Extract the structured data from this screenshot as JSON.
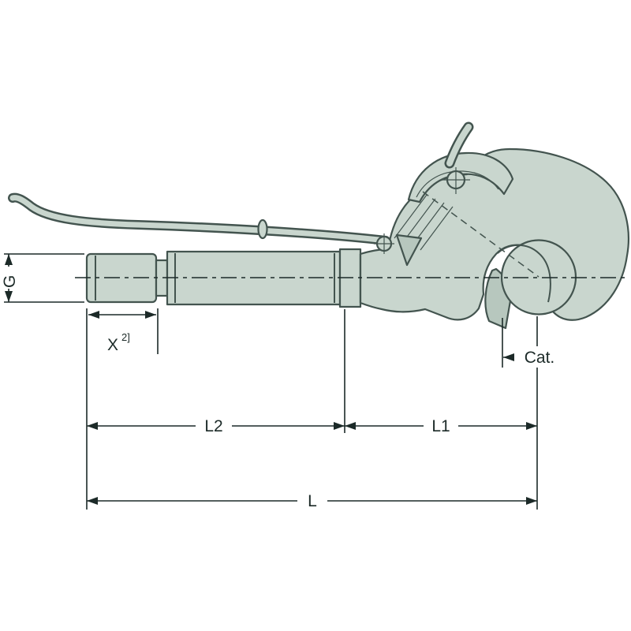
{
  "drawing": {
    "name": "top-link-quick-hitch-hook-technical-drawing",
    "colors": {
      "outline": "#43544f",
      "body_fill": "#c9d6ce",
      "body_fill_dark": "#b7c7be",
      "dimension_line": "#1c2a28",
      "label_text": "#1c2a28",
      "background": "#ffffff"
    }
  },
  "dimensions": {
    "g": {
      "label": "G"
    },
    "x": {
      "label": "X",
      "superscript": "2]"
    },
    "cat": {
      "label": "Cat."
    },
    "l2": {
      "label": "L2"
    },
    "l1": {
      "label": "L1"
    },
    "l": {
      "label": "L"
    }
  }
}
